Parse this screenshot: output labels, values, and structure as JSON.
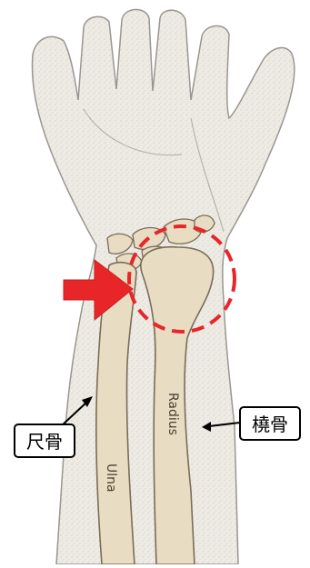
{
  "labels": {
    "ulna_on_bone": "Ulna",
    "radius_on_bone": "Radius",
    "ulna_callout": "尺骨",
    "radius_callout": "橈骨"
  },
  "colors": {
    "background": "#ffffff",
    "skin_fill": "#eeebe5",
    "skin_outline": "#9a9590",
    "bone_fill": "#e8dcc2",
    "bone_outline": "#7a6d58",
    "highlight_red": "#e8262a",
    "callout_border": "#000000",
    "callout_text": "#000000"
  },
  "markers": {
    "focus_circle_style": "dashed",
    "focus_circle_color": "#e8262a",
    "pointer_arrow_color": "#e8262a"
  }
}
